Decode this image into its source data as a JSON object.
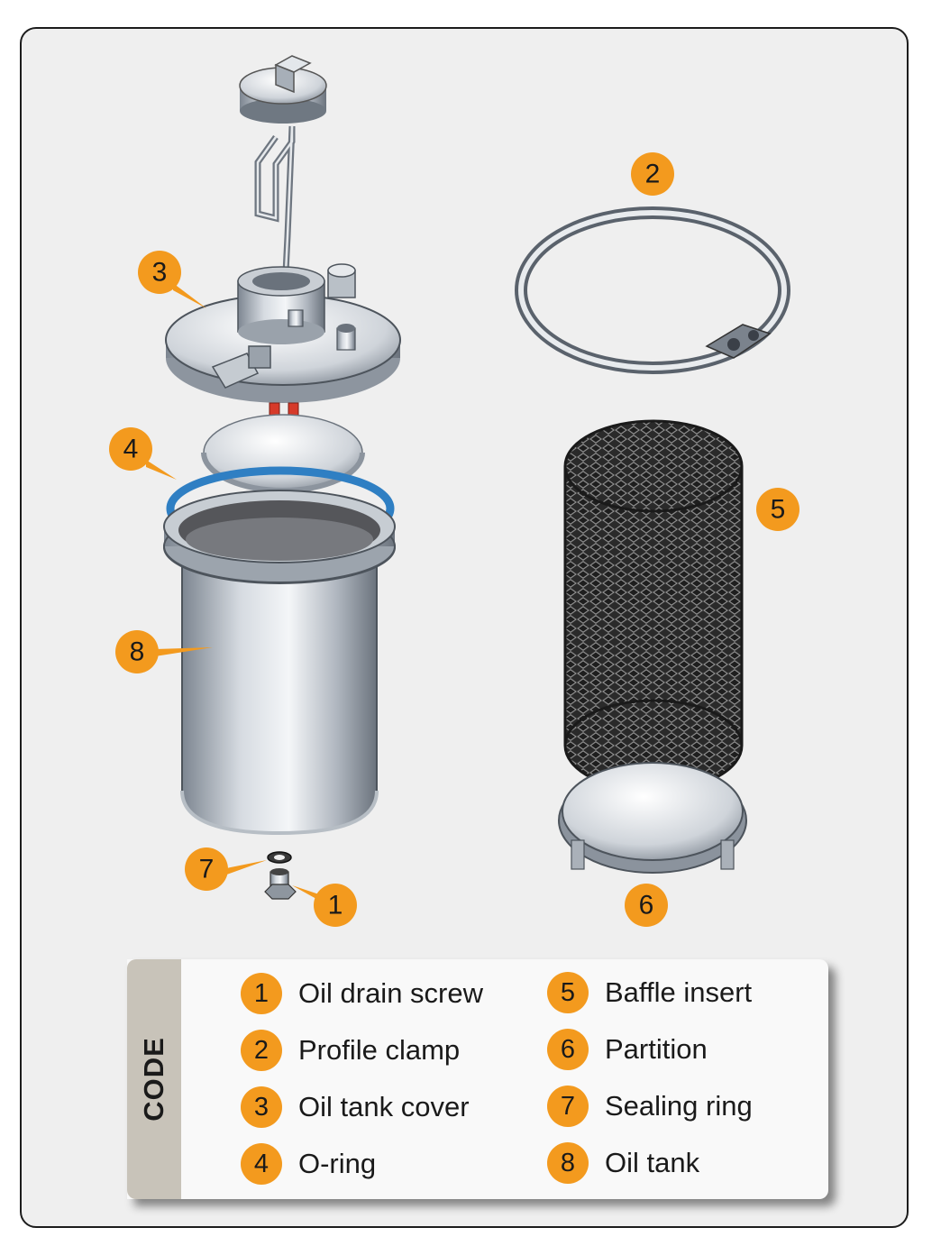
{
  "legend": {
    "title": "CODE",
    "items": [
      {
        "num": "1",
        "label": "Oil drain screw"
      },
      {
        "num": "2",
        "label": "Profile clamp"
      },
      {
        "num": "3",
        "label": "Oil tank cover"
      },
      {
        "num": "4",
        "label": "O-ring"
      },
      {
        "num": "5",
        "label": "Baffle insert"
      },
      {
        "num": "6",
        "label": "Partition"
      },
      {
        "num": "7",
        "label": "Sealing ring"
      },
      {
        "num": "8",
        "label": "Oil tank"
      }
    ]
  },
  "callouts": [
    {
      "num": "1"
    },
    {
      "num": "2"
    },
    {
      "num": "3"
    },
    {
      "num": "4"
    },
    {
      "num": "5"
    },
    {
      "num": "6"
    },
    {
      "num": "7"
    },
    {
      "num": "8"
    }
  ],
  "colors": {
    "badge": "#f39a1e",
    "oring": "#2f7fc3",
    "tube": "#d63a2a",
    "frame_bg": "#efefef",
    "legend_tab": "#c8c3b9"
  }
}
